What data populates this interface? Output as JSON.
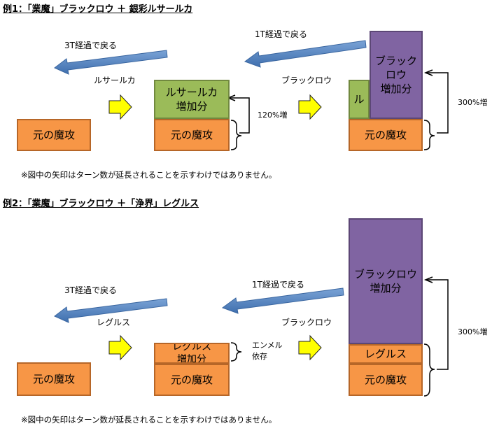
{
  "example1": {
    "title": "例1：「業魔」ブラックロウ ＋ 銀彩ルサールカ",
    "base_box": "元の魔攻",
    "arrow_left_label": "3T経過で戻る",
    "arrow_right_label": "1T経過で戻る",
    "step1_label": "ルサールカ",
    "step2_label": "ブラックロウ",
    "rusalka_box": "ルサールカ\n増加分",
    "rusalka_small_box": "ル",
    "blackrow_box": "ブラック\nロウ\n増加分",
    "pct1": "120%増",
    "pct2": "300%増",
    "note": "※図中の矢印はターン数が延長されることを示すわけではありません。"
  },
  "example2": {
    "title": "例2：「業魔」ブラックロウ ＋「浄界」レグルス",
    "base_box": "元の魔攻",
    "arrow_left_label": "3T経過で戻る",
    "arrow_right_label": "1T経過で戻る",
    "step1_label": "レグルス",
    "step2_label": "ブラックロウ",
    "regulus_box": "レグルス\n増加分",
    "regulus_small_box": "レグルス",
    "blackrow_box": "ブラックロウ\n増加分",
    "enmel_note": "エンメル\n依存",
    "pct2": "300%増",
    "note": "※図中の矢印はターン数が延長されることを示すわけではありません。"
  },
  "colors": {
    "base": "#f79646",
    "rusalka": "#9bbb59",
    "blackrow": "#8064a2",
    "arrow_blue": "#4f81bd",
    "arrow_yellow": "#ffff00"
  }
}
